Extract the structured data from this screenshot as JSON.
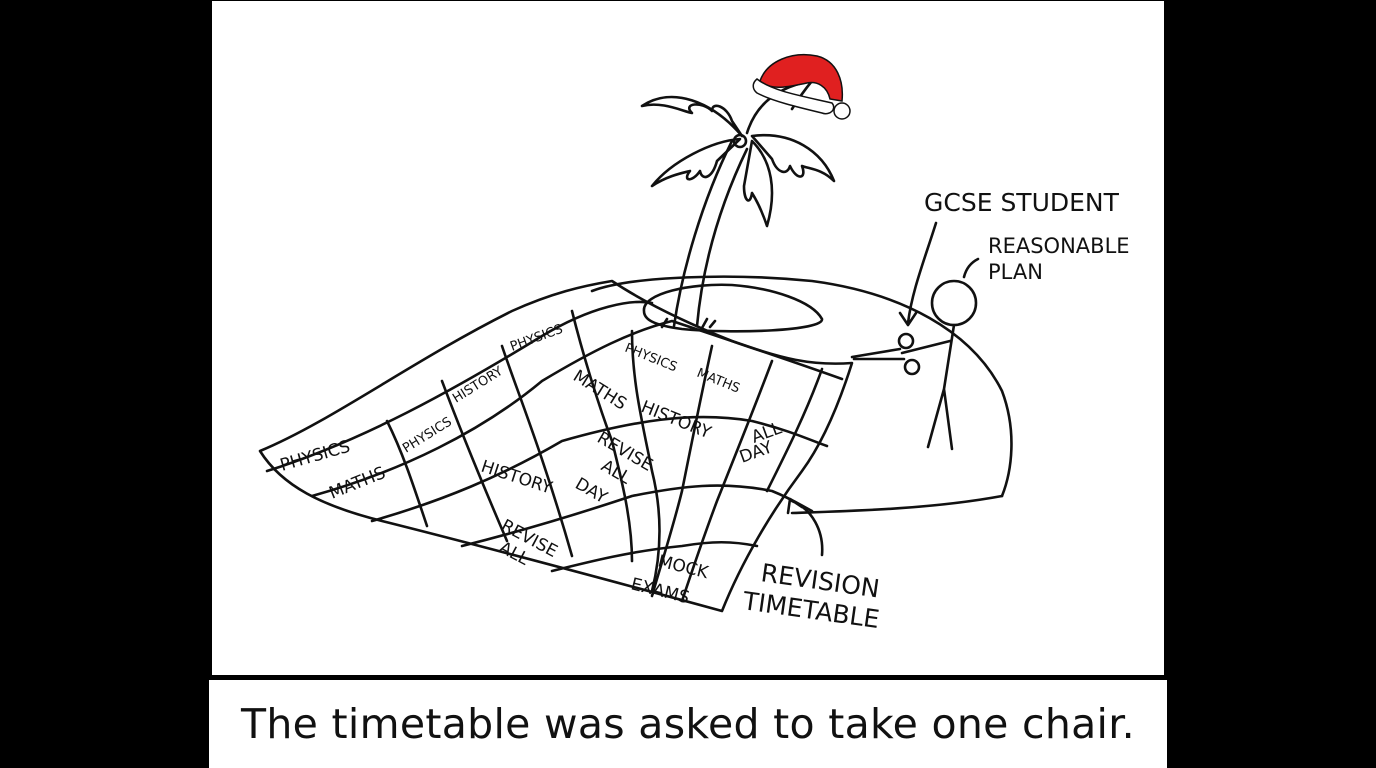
{
  "comic": {
    "labels": {
      "student": "GCSE STUDENT",
      "plan_line1": "REASONABLE",
      "plan_line2": "PLAN",
      "timetable_line1": "REVISION",
      "timetable_line2": "TIMETABLE"
    },
    "timetable_cells": {
      "physics_a": "PHYSICS",
      "maths_a": "MATHS",
      "physics_b": "PHYSICS",
      "history_a": "HISTORY",
      "physics_c": "PHYSICS",
      "physics_d": "PHYSICS",
      "maths_b": "MATHS",
      "maths_c": "MATHS",
      "history_b": "HISTORY",
      "all_day_1": "ALL",
      "all_day_2": "DAY",
      "history_c": "HISTORY",
      "revise_all_day_1": "REVISE",
      "revise_all_day_2": "ALL",
      "revise_all_day_3": "DAY",
      "revise_all_1": "REVISE",
      "revise_all_2": "ALL",
      "mock_1": "MOCK",
      "mock_2": "EXAMS"
    },
    "caption": "The timetable was asked to take one chair.",
    "colors": {
      "hat_red": "#e02020",
      "ink": "#111111",
      "background": "#000000",
      "panel": "#ffffff"
    }
  }
}
